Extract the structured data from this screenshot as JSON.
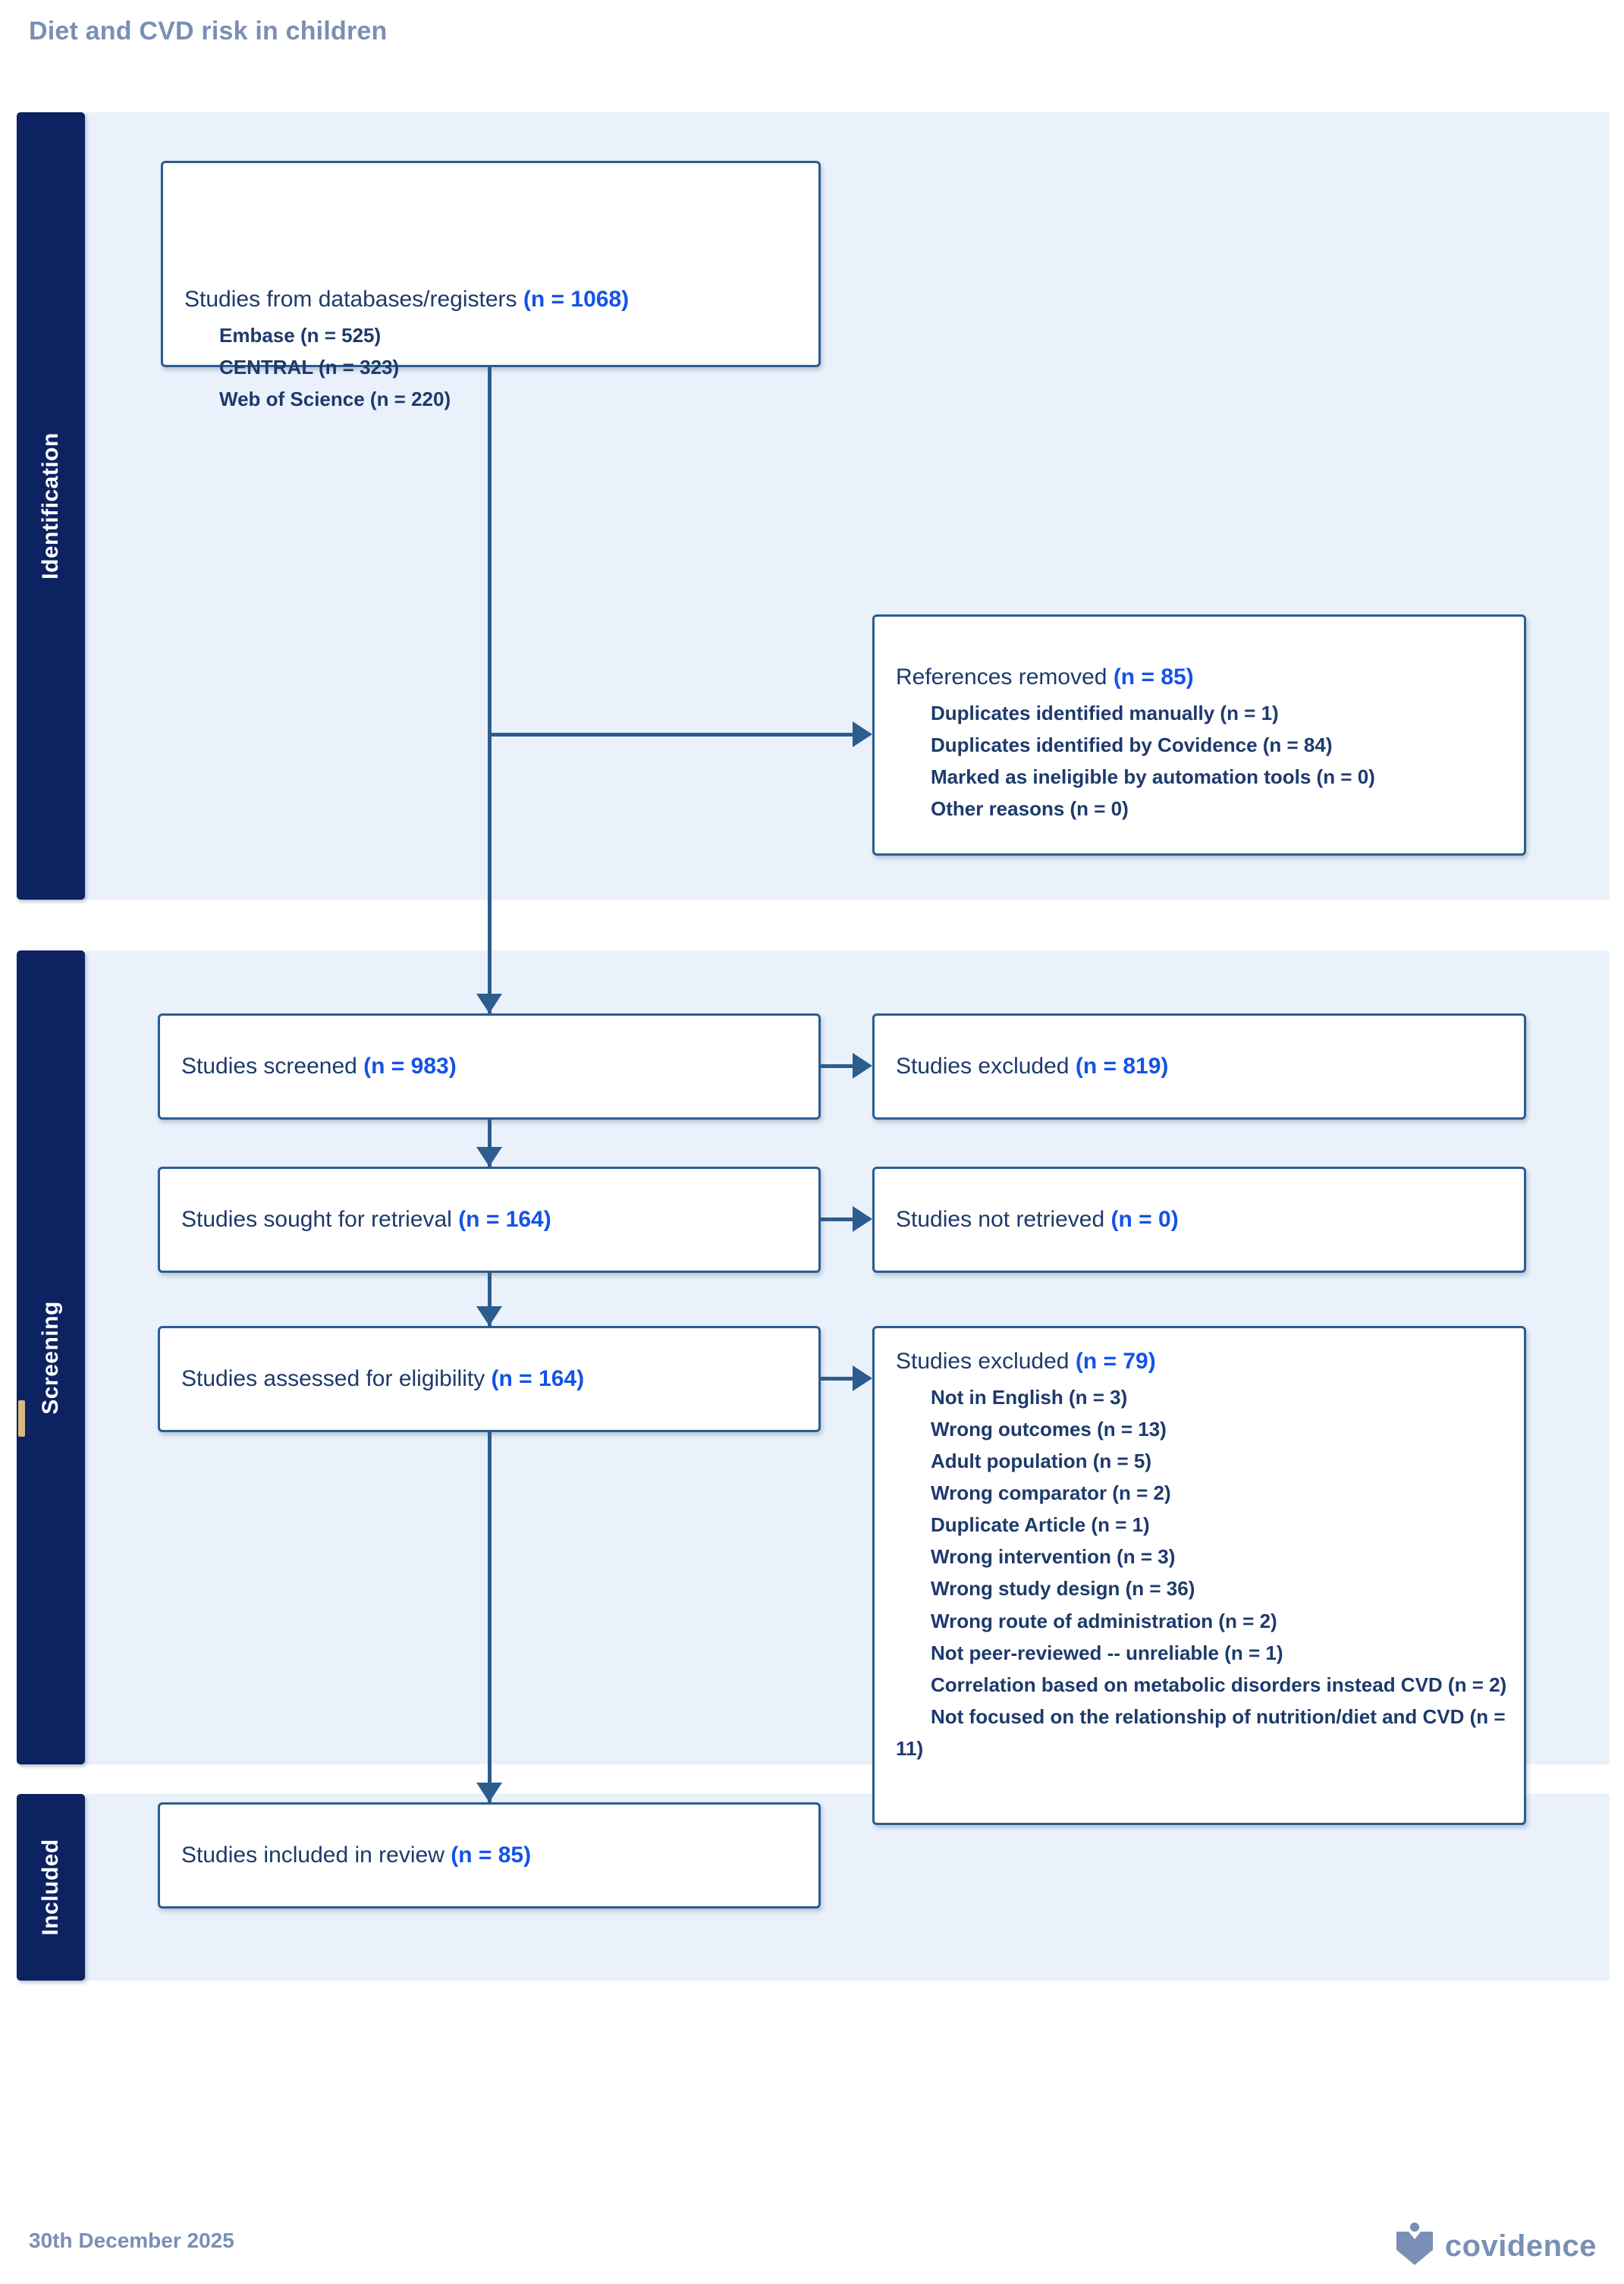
{
  "page": {
    "title": "Diet and CVD risk in children",
    "footer_date": "30th December 2025",
    "footer_brand": "covidence",
    "colors": {
      "band_background": "#eaf1fb",
      "stage_bar": "#0d2260",
      "box_border": "#2b5d8f",
      "text_navy": "#1d3a6b",
      "highlight_blue": "#1453e8",
      "title_grey_blue": "#7a8fb5",
      "marker_tan": "#d8b882"
    }
  },
  "stages": [
    {
      "id": "identification",
      "label": "Identification"
    },
    {
      "id": "screening",
      "label": "Screening"
    },
    {
      "id": "included",
      "label": "Included"
    }
  ],
  "boxes": {
    "databases": {
      "heading_text": "Studies from databases/registers ",
      "heading_count": "(n = 1068)",
      "items": [
        "Embase (n = 525)",
        "CENTRAL (n = 323)",
        "Web of Science (n = 220)"
      ]
    },
    "references_removed": {
      "heading_text": "References removed ",
      "heading_count": "(n = 85)",
      "items": [
        "Duplicates identified manually (n = 1)",
        "Duplicates identified by Covidence (n = 84)",
        "Marked as ineligible by automation tools (n = 0)",
        "Other reasons (n = 0)"
      ]
    },
    "studies_screened": {
      "heading_text": "Studies screened ",
      "heading_count": "(n = 983)"
    },
    "studies_excluded_screening": {
      "heading_text": "Studies excluded ",
      "heading_count": "(n = 819)"
    },
    "studies_sought": {
      "heading_text": "Studies sought for retrieval ",
      "heading_count": "(n = 164)"
    },
    "studies_not_retrieved": {
      "heading_text": "Studies not retrieved ",
      "heading_count": "(n = 0)"
    },
    "studies_assessed": {
      "heading_text": "Studies assessed for eligibility ",
      "heading_count": "(n = 164)"
    },
    "studies_excluded_eligibility": {
      "heading_text": "Studies excluded ",
      "heading_count": "(n = 79)",
      "items": [
        "Not in English (n = 3)",
        "Wrong outcomes (n = 13)",
        "Adult population (n = 5)",
        "Wrong comparator (n = 2)",
        "Duplicate Article (n = 1)",
        "Wrong intervention (n = 3)",
        "Wrong study design (n = 36)",
        "Wrong route of administration (n = 2)",
        "Not peer-reviewed -- unreliable (n = 1)",
        "Correlation based on metabolic disorders instead CVD (n = 2)",
        "Not focused on the relationship of nutrition/diet and CVD (n = 11)"
      ]
    },
    "studies_included": {
      "heading_text": "Studies included in review ",
      "heading_count": "(n = 85)"
    }
  }
}
